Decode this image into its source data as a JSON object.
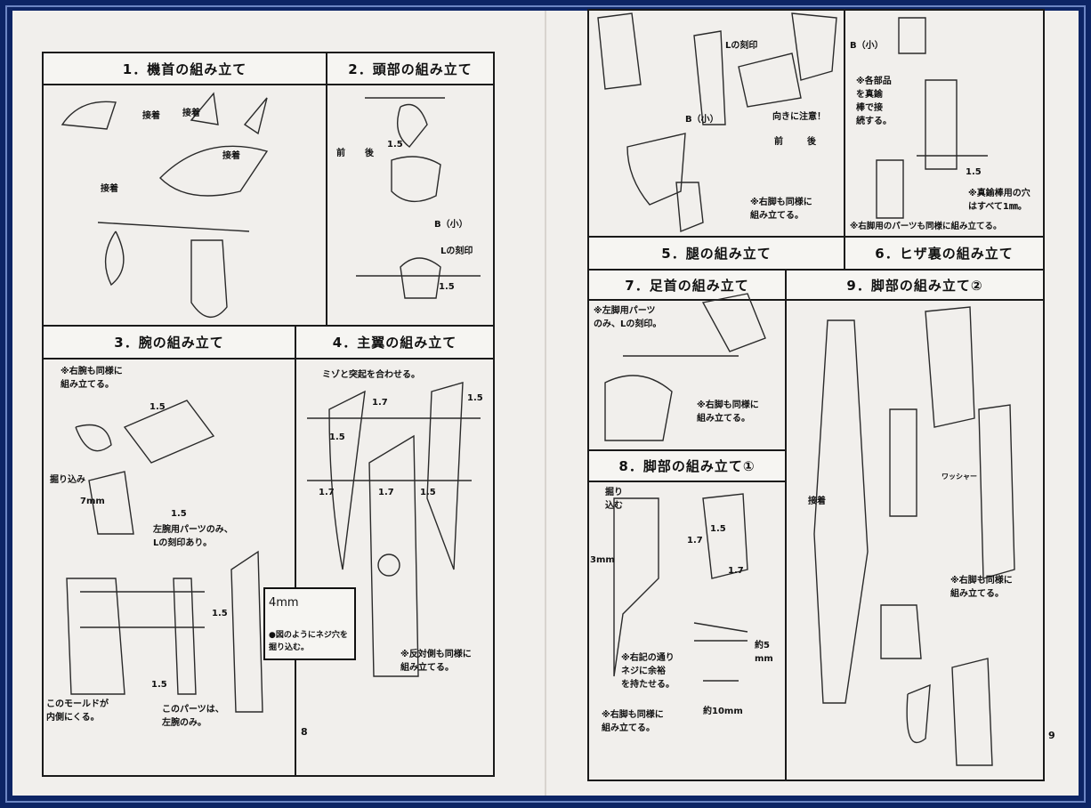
{
  "left_page": {
    "page_number": "8",
    "sections": [
      {
        "title": "1．機首の組み立て",
        "labels": [
          "接着",
          "接着",
          "接着",
          "接着"
        ]
      },
      {
        "title": "2．頭部の組み立て",
        "labels": [
          "前",
          "後",
          "1.5",
          "B（小）",
          "Lの刻印",
          "1.5"
        ]
      },
      {
        "title": "3．腕の組み立て",
        "labels": [
          "※右腕も同様に\n組み立てる。",
          "掘り込み",
          "7mm",
          "左腕用パーツのみ、\nLの刻印あり。",
          "このモールドが\n内側にくる。",
          "このパーツは、\n左腕のみ。",
          "1.5",
          "1.5",
          "1.5",
          "1.5"
        ]
      },
      {
        "title": "4．主翼の組み立て",
        "labels": [
          "ミゾと突起を合わせる。",
          "1.7",
          "1.5",
          "1.5",
          "1.7",
          "1.7",
          "1.5",
          "※反対側も同様に\n組み立てる。"
        ],
        "inset": {
          "size": "4mm",
          "text": "●図のようにネジ穴を\n掘り込む。"
        }
      }
    ]
  },
  "right_page": {
    "page_number": "9",
    "sections": [
      {
        "title": "",
        "labels": [
          "Lの刻印",
          "B（小）",
          "向きに注意！",
          "前",
          "後",
          "※右脚も同様に\n組み立てる。"
        ]
      },
      {
        "title": "",
        "labels": [
          "B（小）",
          "※各部品\nを真鍮\n棒で接\n続する。",
          "1.5",
          "※真鍮棒用の穴\nはすべて1㎜。",
          "※右脚用のパーツも同様に組み立てる。"
        ]
      },
      {
        "title": "5．腿の組み立て",
        "labels": []
      },
      {
        "title": "6．ヒザ裏の組み立て",
        "labels": []
      },
      {
        "title": "7．足首の組み立て",
        "labels": [
          "※左脚用パーツ\nのみ、Lの刻印。",
          "※右脚も同様に\n組み立てる。"
        ]
      },
      {
        "title": "8．脚部の組み立て①",
        "labels": [
          "掘り\n込む",
          "3mm",
          "※右記の通り\nネジに余裕\nを持たせる。",
          "約5\nmm",
          "約10mm",
          "※右脚も同様に\n組み立てる。",
          "1.5",
          "1.7",
          "1.7"
        ]
      },
      {
        "title": "9．脚部の組み立て②",
        "labels": [
          "接着",
          "ワッシャー",
          "※右脚も同様に\n組み立てる。"
        ]
      }
    ]
  },
  "colors": {
    "border": "#0d2565",
    "paper": "#f1efec",
    "ink": "#1a1a1a"
  }
}
